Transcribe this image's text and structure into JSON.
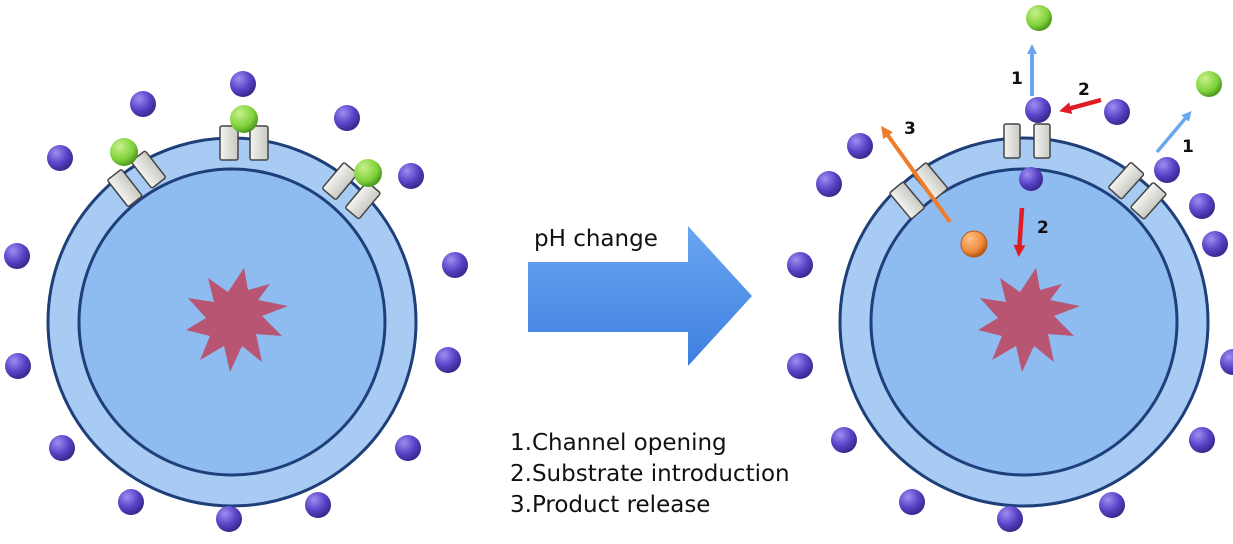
{
  "arrow_label": "pH change",
  "legend": [
    "1.Channel opening",
    "2.Substrate introduction",
    "3.Product release"
  ],
  "step_numbers": {
    "one": "1",
    "two": "2",
    "three": "3"
  },
  "colors": {
    "membrane": "#a8cbf3",
    "interior": "#8fbcf0",
    "outline": "#1e3f7a",
    "molecule": "#5a43c8",
    "gate_ligand": "#7ed13a",
    "product": "#f08a3a",
    "catalyst": "#b85573",
    "big_arrow": "#4a8fe8",
    "arrow_release": "#6aa6ee",
    "arrow_substrate": "#e01b24",
    "arrow_product": "#f07c2a"
  },
  "icons": [
    "purple-molecule",
    "green-gate-ligand",
    "orange-product",
    "starburst-catalyst",
    "channel-gate",
    "block-arrow"
  ]
}
